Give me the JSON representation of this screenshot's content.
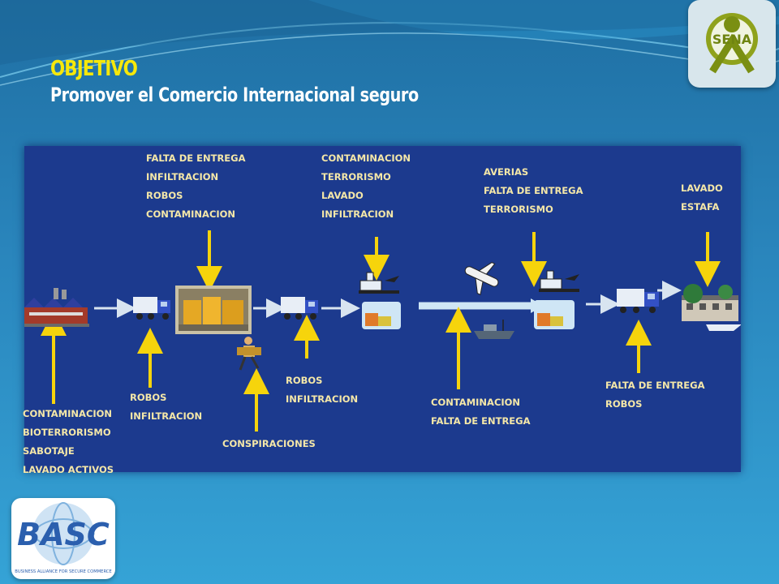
{
  "header": {
    "title": "OBJETIVO",
    "subtitle": "Promover el Comercio Internacional seguro"
  },
  "logos": {
    "sena_text": "SENA",
    "basc_text": "BASC",
    "basc_tagline": "BUSINESS ALLIANCE FOR SECURE COMMERCE"
  },
  "diagram": {
    "top_risks": [
      [
        "FALTA DE ENTREGA",
        "INFILTRACION",
        "ROBOS",
        "CONTAMINACION"
      ],
      [
        "CONTAMINACION",
        "TERRORISMO",
        "LAVADO",
        "INFILTRACION"
      ],
      [
        "AVERIAS",
        "FALTA DE ENTREGA",
        "TERRORISMO"
      ],
      [
        "LAVADO",
        "ESTAFA"
      ]
    ],
    "bottom_risks": [
      [
        "CONTAMINACION",
        "BIOTERRORISMO",
        "SABOTAJE",
        "LAVADO ACTIVOS"
      ],
      [
        "ROBOS",
        "INFILTRACION"
      ],
      [
        "CONSPIRACIONES"
      ],
      [
        "ROBOS",
        "INFILTRACION"
      ],
      [
        "CONTAMINACION",
        "FALTA DE ENTREGA"
      ],
      [
        "FALTA DE ENTREGA",
        "ROBOS"
      ]
    ],
    "stages": [
      "factory-icon",
      "truck-icon",
      "warehouse-icon",
      "truck-icon",
      "port-icon",
      "airplane-icon",
      "ship-icon",
      "port-icon",
      "truck-icon",
      "buyer-building-icon",
      "courier-person-icon"
    ]
  },
  "colors": {
    "title_yellow": "#f7e80a",
    "arrow_yellow": "#f6d40c",
    "diagram_bg": "#1c3a8e",
    "risk_text": "#f4e7a8"
  }
}
